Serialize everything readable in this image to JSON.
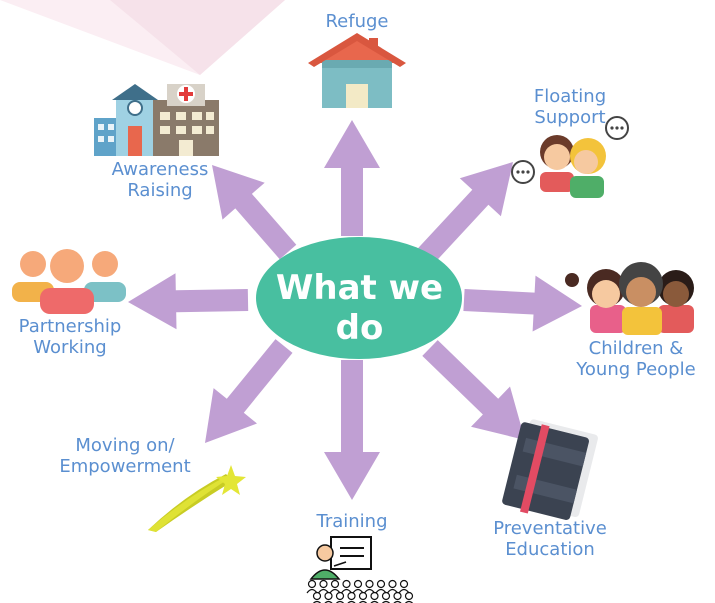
{
  "center": {
    "line1": "What we",
    "line2": "do"
  },
  "colors": {
    "arrow": "#c09fd3",
    "center": "#48bfa0",
    "label": "#5b8fd0"
  },
  "nodes": [
    {
      "id": "refuge",
      "lines": [
        "Refuge"
      ],
      "icon": "house-icon"
    },
    {
      "id": "floating-support",
      "lines": [
        "Floating",
        "Support"
      ],
      "icon": "chatting-people-icon"
    },
    {
      "id": "children",
      "lines": [
        "Children &",
        "Young People"
      ],
      "icon": "children-group-icon"
    },
    {
      "id": "preventative",
      "lines": [
        "Preventative",
        "Education"
      ],
      "icon": "book-icon"
    },
    {
      "id": "training",
      "lines": [
        "Training"
      ],
      "icon": "presenter-icon"
    },
    {
      "id": "moving-on",
      "lines": [
        "Moving on/",
        "Empowerment"
      ],
      "icon": "shooting-star-icon"
    },
    {
      "id": "partnership",
      "lines": [
        "Partnership",
        "Working"
      ],
      "icon": "people-group-icon"
    },
    {
      "id": "awareness",
      "lines": [
        "Awareness",
        "Raising"
      ],
      "icon": "buildings-icon"
    }
  ]
}
